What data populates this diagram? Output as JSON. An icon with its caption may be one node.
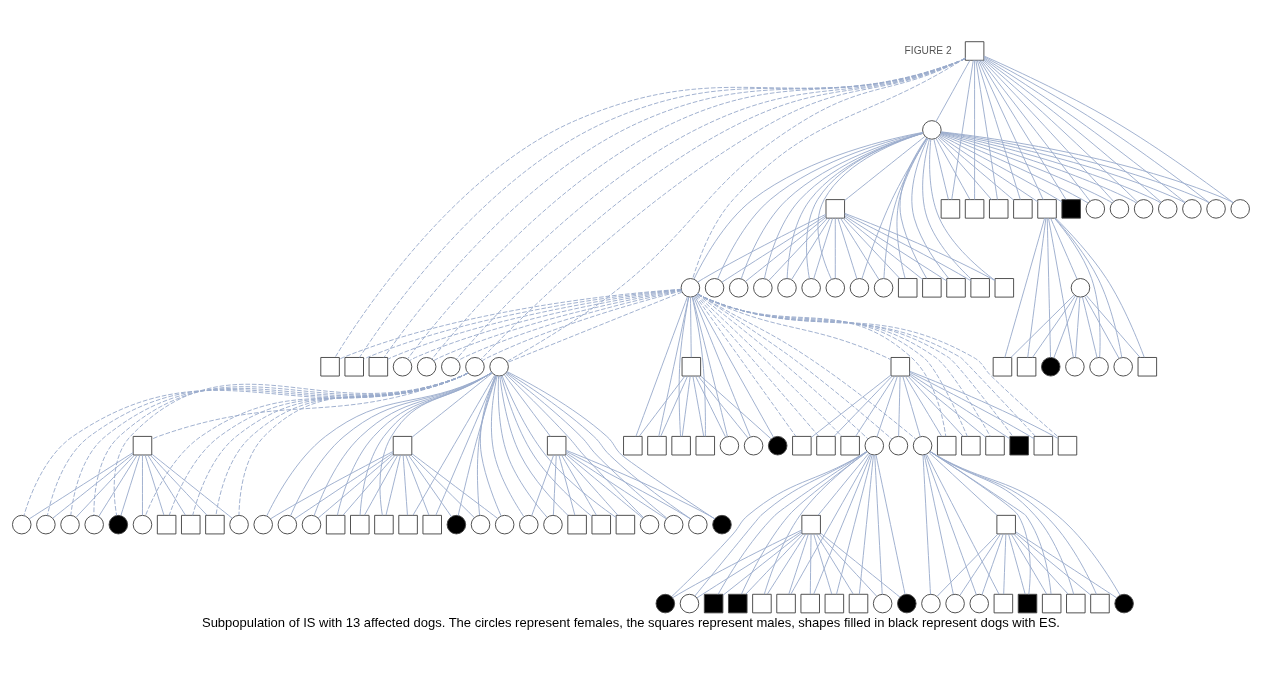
{
  "diagram": {
    "caption": "Subpopulation of IS with 13 affected dogs. The circles represent females, the squares represent males, shapes filled in black represent dogs with ES.",
    "labels": [
      "FIGURE 2"
    ],
    "nodes": [
      {
        "text": [],
        "shape": "box"
      },
      {
        "text": [],
        "shape": "circle"
      },
      {
        "text": [],
        "shape": "box"
      },
      {
        "text": [],
        "shape": "box"
      },
      {
        "text": [],
        "shape": "box"
      },
      {
        "text": [],
        "shape": "box"
      },
      {
        "text": [],
        "shape": "box"
      },
      {
        "text": [],
        "shape": "box"
      },
      {
        "text": [],
        "shape": "box"
      },
      {
        "text": [],
        "shape": "circle"
      },
      {
        "text": [],
        "shape": "circle"
      },
      {
        "text": [],
        "shape": "circle"
      },
      {
        "text": [],
        "shape": "circle"
      },
      {
        "text": [],
        "shape": "circle"
      },
      {
        "text": [],
        "shape": "circle"
      },
      {
        "text": [],
        "shape": "circle"
      },
      {
        "text": [],
        "shape": "box"
      },
      {
        "text": [],
        "shape": "box"
      },
      {
        "text": [],
        "shape": "box"
      },
      {
        "text": [],
        "shape": "box"
      },
      {
        "text": [],
        "shape": "box"
      },
      {
        "text": [],
        "shape": "circle"
      },
      {
        "text": [],
        "shape": "circle"
      },
      {
        "text": [],
        "shape": "circle"
      },
      {
        "text": [],
        "shape": "circle"
      },
      {
        "text": [],
        "shape": "circle"
      },
      {
        "text": [],
        "shape": "circle"
      },
      {
        "text": [],
        "shape": "circle"
      },
      {
        "text": [],
        "shape": "circle"
      },
      {
        "text": [],
        "shape": "circle"
      },
      {
        "text": [],
        "shape": "box"
      },
      {
        "text": [],
        "shape": "circle"
      },
      {
        "text": [],
        "shape": "box"
      },
      {
        "text": [],
        "shape": "box"
      },
      {
        "text": [],
        "shape": "box"
      },
      {
        "text": [],
        "shape": "circle"
      },
      {
        "text": [],
        "shape": "circle"
      },
      {
        "text": [],
        "shape": "circle"
      },
      {
        "text": [],
        "shape": "circle"
      },
      {
        "text": [],
        "shape": "box"
      },
      {
        "text": [],
        "shape": "box"
      },
      {
        "text": [],
        "shape": "box"
      },
      {
        "text": [],
        "shape": "box"
      },
      {
        "text": [],
        "shape": "circle"
      },
      {
        "text": [],
        "shape": "circle"
      },
      {
        "text": [],
        "shape": "circle"
      },
      {
        "text": [],
        "shape": "box"
      },
      {
        "text": [],
        "shape": "box"
      },
      {
        "text": [],
        "shape": "box"
      },
      {
        "text": [],
        "shape": "box"
      },
      {
        "text": [],
        "shape": "box"
      },
      {
        "text": [],
        "shape": "circle"
      },
      {
        "text": [],
        "shape": "circle"
      },
      {
        "text": [],
        "shape": "circle"
      },
      {
        "text": [],
        "shape": "circle"
      },
      {
        "text": [],
        "shape": "circle"
      },
      {
        "text": [],
        "shape": "box"
      },
      {
        "text": [],
        "shape": "box"
      },
      {
        "text": [],
        "shape": "box"
      },
      {
        "text": [],
        "shape": "box"
      },
      {
        "text": [],
        "shape": "box"
      },
      {
        "text": [],
        "shape": "box"
      },
      {
        "text": [],
        "shape": "box"
      },
      {
        "text": [],
        "shape": "box"
      },
      {
        "text": [],
        "shape": "box"
      },
      {
        "text": [],
        "shape": "circle"
      },
      {
        "text": [],
        "shape": "circle"
      },
      {
        "text": [],
        "shape": "circle"
      },
      {
        "text": [],
        "shape": "box"
      },
      {
        "text": [],
        "shape": "box"
      },
      {
        "text": [],
        "shape": "box"
      },
      {
        "text": [],
        "shape": "box"
      },
      {
        "text": [],
        "shape": "box"
      },
      {
        "text": [],
        "shape": "box"
      },
      {
        "text": [],
        "shape": "box"
      },
      {
        "text": [],
        "shape": "circle"
      },
      {
        "text": [],
        "shape": "circle"
      },
      {
        "text": [],
        "shape": "circle"
      },
      {
        "text": [],
        "shape": "circle"
      },
      {
        "text": [],
        "shape": "circle"
      },
      {
        "text": [],
        "shape": "circle"
      },
      {
        "text": [],
        "shape": "circle"
      },
      {
        "text": [],
        "shape": "box"
      },
      {
        "text": [],
        "shape": "box"
      },
      {
        "text": [],
        "shape": "box"
      },
      {
        "text": [],
        "shape": "box"
      },
      {
        "text": [],
        "shape": "box"
      },
      {
        "text": [],
        "shape": "circle"
      },
      {
        "text": [],
        "shape": "circle"
      },
      {
        "text": [],
        "shape": "circle"
      },
      {
        "text": [],
        "shape": "circle"
      },
      {
        "text": [],
        "shape": "box"
      },
      {
        "text": [],
        "shape": "box"
      },
      {
        "text": [],
        "shape": "box"
      },
      {
        "text": [],
        "shape": "circle"
      },
      {
        "text": [],
        "shape": "circle"
      },
      {
        "text": [],
        "shape": "circle"
      },
      {
        "text": [],
        "shape": "circle"
      },
      {
        "text": [],
        "shape": "circle"
      },
      {
        "text": [],
        "shape": "circle"
      },
      {
        "text": [],
        "shape": "circle"
      },
      {
        "text": [],
        "shape": "circle"
      },
      {
        "text": [],
        "shape": "circle"
      },
      {
        "text": [],
        "shape": "box"
      },
      {
        "text": [],
        "shape": "box"
      },
      {
        "text": [],
        "shape": "box"
      },
      {
        "text": [],
        "shape": "box"
      },
      {
        "text": [],
        "shape": "box"
      },
      {
        "text": [],
        "shape": "box"
      },
      {
        "text": [],
        "shape": "box"
      },
      {
        "text": [],
        "shape": "circle"
      },
      {
        "text": [],
        "shape": "box"
      },
      {
        "text": [],
        "shape": "box"
      },
      {
        "text": [],
        "shape": "box"
      },
      {
        "text": [],
        "shape": "box"
      },
      {
        "text": [],
        "shape": "box"
      },
      {
        "text": [],
        "shape": "circle"
      },
      {
        "text": [],
        "shape": "circle"
      },
      {
        "text": [],
        "shape": "circle"
      },
      {
        "text": [],
        "shape": "circle"
      },
      {
        "text": [],
        "shape": "circle"
      },
      {
        "text": [],
        "shape": "circle"
      }
    ],
    "edges": [
      {
        "from": 0,
        "to": 1,
        "arrow": "none"
      },
      {
        "from": 0,
        "to": 3,
        "arrow": "none"
      },
      {
        "from": 1,
        "to": 3,
        "arrow": "none"
      },
      {
        "from": 0,
        "to": 4,
        "arrow": "none"
      },
      {
        "from": 1,
        "to": 4,
        "arrow": "none"
      },
      {
        "from": 0,
        "to": 5,
        "arrow": "none"
      },
      {
        "from": 1,
        "to": 5,
        "arrow": "none"
      },
      {
        "from": 0,
        "to": 6,
        "arrow": "none"
      },
      {
        "from": 1,
        "to": 6,
        "arrow": "none"
      },
      {
        "from": 0,
        "to": 7,
        "arrow": "none"
      },
      {
        "from": 1,
        "to": 7,
        "arrow": "none"
      },
      {
        "from": 0,
        "to": 8,
        "arrow": "none"
      },
      {
        "from": 1,
        "to": 8,
        "arrow": "none"
      },
      {
        "from": 0,
        "to": 9,
        "arrow": "none"
      },
      {
        "from": 1,
        "to": 9,
        "arrow": "none"
      },
      {
        "from": 0,
        "to": 10,
        "arrow": "none"
      },
      {
        "from": 1,
        "to": 10,
        "arrow": "none"
      },
      {
        "from": 0,
        "to": 11,
        "arrow": "none"
      },
      {
        "from": 1,
        "to": 11,
        "arrow": "none"
      },
      {
        "from": 0,
        "to": 12,
        "arrow": "none"
      },
      {
        "from": 1,
        "to": 12,
        "arrow": "none"
      },
      {
        "from": 0,
        "to": 13,
        "arrow": "none"
      },
      {
        "from": 1,
        "to": 13,
        "arrow": "none"
      },
      {
        "from": 0,
        "to": 14,
        "arrow": "none"
      },
      {
        "from": 1,
        "to": 14,
        "arrow": "none"
      },
      {
        "from": 0,
        "to": 15,
        "arrow": "none"
      },
      {
        "from": 1,
        "to": 15,
        "arrow": "none"
      },
      {
        "from": 1,
        "to": 2,
        "arrow": "none"
      },
      {
        "from": 1,
        "to": 16,
        "arrow": "none"
      },
      {
        "from": 2,
        "to": 16,
        "arrow": "none"
      },
      {
        "from": 1,
        "to": 17,
        "arrow": "none"
      },
      {
        "from": 2,
        "to": 17,
        "arrow": "none"
      },
      {
        "from": 1,
        "to": 18,
        "arrow": "none"
      },
      {
        "from": 2,
        "to": 18,
        "arrow": "none"
      },
      {
        "from": 1,
        "to": 19,
        "arrow": "none"
      },
      {
        "from": 2,
        "to": 19,
        "arrow": "none"
      },
      {
        "from": 1,
        "to": 20,
        "arrow": "none"
      },
      {
        "from": 2,
        "to": 20,
        "arrow": "none"
      },
      {
        "from": 1,
        "to": 21,
        "arrow": "none"
      },
      {
        "from": 2,
        "to": 21,
        "arrow": "none"
      },
      {
        "from": 1,
        "to": 22,
        "arrow": "none"
      },
      {
        "from": 2,
        "to": 22,
        "arrow": "none"
      },
      {
        "from": 1,
        "to": 23,
        "arrow": "none"
      },
      {
        "from": 2,
        "to": 23,
        "arrow": "none"
      },
      {
        "from": 1,
        "to": 24,
        "arrow": "none"
      },
      {
        "from": 2,
        "to": 24,
        "arrow": "none"
      },
      {
        "from": 1,
        "to": 25,
        "arrow": "none"
      },
      {
        "from": 2,
        "to": 25,
        "arrow": "none"
      },
      {
        "from": 1,
        "to": 26,
        "arrow": "none"
      },
      {
        "from": 2,
        "to": 26,
        "arrow": "none"
      },
      {
        "from": 1,
        "to": 27,
        "arrow": "none"
      },
      {
        "from": 2,
        "to": 27,
        "arrow": "none"
      },
      {
        "from": 1,
        "to": 28,
        "arrow": "none"
      },
      {
        "from": 2,
        "to": 28,
        "arrow": "none"
      },
      {
        "from": 1,
        "to": 29,
        "arrow": "none"
      },
      {
        "from": 2,
        "to": 29,
        "arrow": "none"
      },
      {
        "from": 7,
        "to": 31,
        "arrow": "none"
      },
      {
        "from": 7,
        "to": 32,
        "arrow": "none"
      },
      {
        "from": 31,
        "to": 32,
        "arrow": "none"
      },
      {
        "from": 7,
        "to": 33,
        "arrow": "none"
      },
      {
        "from": 31,
        "to": 33,
        "arrow": "none"
      },
      {
        "from": 7,
        "to": 34,
        "arrow": "none"
      },
      {
        "from": 31,
        "to": 34,
        "arrow": "none"
      },
      {
        "from": 7,
        "to": 35,
        "arrow": "none"
      },
      {
        "from": 31,
        "to": 35,
        "arrow": "none"
      },
      {
        "from": 7,
        "to": 36,
        "arrow": "none"
      },
      {
        "from": 31,
        "to": 36,
        "arrow": "none"
      },
      {
        "from": 7,
        "to": 37,
        "arrow": "none"
      },
      {
        "from": 31,
        "to": 37,
        "arrow": "none"
      },
      {
        "from": 7,
        "to": 38,
        "arrow": "none"
      },
      {
        "from": 31,
        "to": 38,
        "arrow": "none"
      },
      {
        "from": 21,
        "to": 30,
        "arrow": "none"
      },
      {
        "from": 21,
        "to": 39,
        "arrow": "none"
      },
      {
        "from": 30,
        "to": 39,
        "arrow": "none"
      },
      {
        "from": 21,
        "to": 40,
        "arrow": "none"
      },
      {
        "from": 30,
        "to": 40,
        "arrow": "none"
      },
      {
        "from": 21,
        "to": 41,
        "arrow": "none"
      },
      {
        "from": 30,
        "to": 41,
        "arrow": "none"
      },
      {
        "from": 21,
        "to": 42,
        "arrow": "none"
      },
      {
        "from": 30,
        "to": 42,
        "arrow": "none"
      },
      {
        "from": 21,
        "to": 43,
        "arrow": "none"
      },
      {
        "from": 30,
        "to": 43,
        "arrow": "none"
      },
      {
        "from": 21,
        "to": 44,
        "arrow": "none"
      },
      {
        "from": 30,
        "to": 44,
        "arrow": "none"
      },
      {
        "from": 21,
        "to": 45,
        "arrow": "none"
      },
      {
        "from": 30,
        "to": 45,
        "arrow": "none"
      },
      {
        "from": 0,
        "to": 21,
        "arrow": "none",
        "style": "dashed"
      },
      {
        "from": 0,
        "to": 48,
        "arrow": "none",
        "style": "dashed"
      },
      {
        "from": 21,
        "to": 48,
        "arrow": "none",
        "style": "dashed"
      },
      {
        "from": 0,
        "to": 49,
        "arrow": "none",
        "style": "dashed"
      },
      {
        "from": 21,
        "to": 49,
        "arrow": "none",
        "style": "dashed"
      },
      {
        "from": 0,
        "to": 50,
        "arrow": "none",
        "style": "dashed"
      },
      {
        "from": 21,
        "to": 50,
        "arrow": "none",
        "style": "dashed"
      },
      {
        "from": 0,
        "to": 51,
        "arrow": "none",
        "style": "dashed"
      },
      {
        "from": 21,
        "to": 51,
        "arrow": "none",
        "style": "dashed"
      },
      {
        "from": 0,
        "to": 52,
        "arrow": "none",
        "style": "dashed"
      },
      {
        "from": 21,
        "to": 52,
        "arrow": "none",
        "style": "dashed"
      },
      {
        "from": 0,
        "to": 53,
        "arrow": "none",
        "style": "dashed"
      },
      {
        "from": 21,
        "to": 53,
        "arrow": "none",
        "style": "dashed"
      },
      {
        "from": 0,
        "to": 54,
        "arrow": "none",
        "style": "dashed"
      },
      {
        "from": 21,
        "to": 54,
        "arrow": "none",
        "style": "dashed"
      },
      {
        "from": 0,
        "to": 55,
        "arrow": "none",
        "style": "dashed"
      },
      {
        "from": 21,
        "to": 55,
        "arrow": "none",
        "style": "dashed"
      },
      {
        "from": 21,
        "to": 47,
        "arrow": "none",
        "style": "dashed"
      },
      {
        "from": 21,
        "to": 56,
        "arrow": "none",
        "style": "dashed"
      },
      {
        "from": 47,
        "to": 56,
        "arrow": "none"
      },
      {
        "from": 21,
        "to": 57,
        "arrow": "none",
        "style": "dashed"
      },
      {
        "from": 47,
        "to": 57,
        "arrow": "none"
      },
      {
        "from": 21,
        "to": 58,
        "arrow": "none",
        "style": "dashed"
      },
      {
        "from": 47,
        "to": 58,
        "arrow": "none"
      },
      {
        "from": 21,
        "to": 59,
        "arrow": "none",
        "style": "dashed"
      },
      {
        "from": 47,
        "to": 59,
        "arrow": "none"
      },
      {
        "from": 21,
        "to": 60,
        "arrow": "none",
        "style": "dashed"
      },
      {
        "from": 47,
        "to": 60,
        "arrow": "none"
      },
      {
        "from": 21,
        "to": 61,
        "arrow": "none",
        "style": "dashed"
      },
      {
        "from": 47,
        "to": 61,
        "arrow": "none"
      },
      {
        "from": 21,
        "to": 62,
        "arrow": "none",
        "style": "dashed"
      },
      {
        "from": 47,
        "to": 62,
        "arrow": "none"
      },
      {
        "from": 21,
        "to": 63,
        "arrow": "none",
        "style": "dashed"
      },
      {
        "from": 47,
        "to": 63,
        "arrow": "none"
      },
      {
        "from": 21,
        "to": 64,
        "arrow": "none",
        "style": "dashed"
      },
      {
        "from": 47,
        "to": 64,
        "arrow": "none"
      },
      {
        "from": 21,
        "to": 65,
        "arrow": "none",
        "style": "dashed"
      },
      {
        "from": 47,
        "to": 65,
        "arrow": "none"
      },
      {
        "from": 21,
        "to": 66,
        "arrow": "none",
        "style": "dashed"
      },
      {
        "from": 47,
        "to": 66,
        "arrow": "none"
      },
      {
        "from": 21,
        "to": 67,
        "arrow": "none",
        "style": "dashed"
      },
      {
        "from": 47,
        "to": 67,
        "arrow": "none"
      },
      {
        "from": 54,
        "to": 69,
        "arrow": "none",
        "style": "dashed"
      },
      {
        "from": 54,
        "to": 72,
        "arrow": "none",
        "style": "dashed"
      },
      {
        "from": 69,
        "to": 72,
        "arrow": "none"
      },
      {
        "from": 54,
        "to": 73,
        "arrow": "none",
        "style": "dashed"
      },
      {
        "from": 69,
        "to": 73,
        "arrow": "none"
      },
      {
        "from": 54,
        "to": 74,
        "arrow": "none",
        "style": "dashed"
      },
      {
        "from": 69,
        "to": 74,
        "arrow": "none"
      },
      {
        "from": 54,
        "to": 75,
        "arrow": "none",
        "style": "dashed"
      },
      {
        "from": 69,
        "to": 75,
        "arrow": "none"
      },
      {
        "from": 54,
        "to": 76,
        "arrow": "none",
        "style": "dashed"
      },
      {
        "from": 69,
        "to": 76,
        "arrow": "none"
      },
      {
        "from": 54,
        "to": 77,
        "arrow": "none",
        "style": "dashed"
      },
      {
        "from": 69,
        "to": 77,
        "arrow": "none"
      },
      {
        "from": 54,
        "to": 78,
        "arrow": "none",
        "style": "dashed"
      },
      {
        "from": 69,
        "to": 78,
        "arrow": "none"
      },
      {
        "from": 54,
        "to": 79,
        "arrow": "none",
        "style": "dashed"
      },
      {
        "from": 69,
        "to": 79,
        "arrow": "none"
      },
      {
        "from": 54,
        "to": 80,
        "arrow": "none",
        "style": "dashed"
      },
      {
        "from": 69,
        "to": 80,
        "arrow": "none"
      },
      {
        "from": 54,
        "to": 81,
        "arrow": "none",
        "style": "dashed"
      },
      {
        "from": 69,
        "to": 81,
        "arrow": "none"
      },
      {
        "from": 67,
        "to": 46,
        "arrow": "none"
      },
      {
        "from": 67,
        "to": 82,
        "arrow": "none"
      },
      {
        "from": 46,
        "to": 82,
        "arrow": "none"
      },
      {
        "from": 67,
        "to": 83,
        "arrow": "none"
      },
      {
        "from": 46,
        "to": 83,
        "arrow": "none"
      },
      {
        "from": 67,
        "to": 84,
        "arrow": "none"
      },
      {
        "from": 46,
        "to": 84,
        "arrow": "none"
      },
      {
        "from": 67,
        "to": 85,
        "arrow": "none"
      },
      {
        "from": 46,
        "to": 85,
        "arrow": "none"
      },
      {
        "from": 67,
        "to": 86,
        "arrow": "none"
      },
      {
        "from": 46,
        "to": 86,
        "arrow": "none"
      },
      {
        "from": 67,
        "to": 87,
        "arrow": "none"
      },
      {
        "from": 46,
        "to": 87,
        "arrow": "none"
      },
      {
        "from": 67,
        "to": 88,
        "arrow": "none"
      },
      {
        "from": 46,
        "to": 88,
        "arrow": "none"
      },
      {
        "from": 67,
        "to": 89,
        "arrow": "none"
      },
      {
        "from": 46,
        "to": 89,
        "arrow": "none"
      },
      {
        "from": 67,
        "to": 90,
        "arrow": "none"
      },
      {
        "from": 46,
        "to": 90,
        "arrow": "none"
      },
      {
        "from": 55,
        "to": 70,
        "arrow": "none"
      },
      {
        "from": 55,
        "to": 91,
        "arrow": "none"
      },
      {
        "from": 70,
        "to": 91,
        "arrow": "none"
      },
      {
        "from": 55,
        "to": 92,
        "arrow": "none"
      },
      {
        "from": 70,
        "to": 92,
        "arrow": "none"
      },
      {
        "from": 55,
        "to": 93,
        "arrow": "none"
      },
      {
        "from": 70,
        "to": 93,
        "arrow": "none"
      },
      {
        "from": 55,
        "to": 94,
        "arrow": "none"
      },
      {
        "from": 70,
        "to": 94,
        "arrow": "none"
      },
      {
        "from": 55,
        "to": 95,
        "arrow": "none"
      },
      {
        "from": 70,
        "to": 95,
        "arrow": "none"
      },
      {
        "from": 55,
        "to": 96,
        "arrow": "none"
      },
      {
        "from": 70,
        "to": 96,
        "arrow": "none"
      },
      {
        "from": 55,
        "to": 97,
        "arrow": "none"
      },
      {
        "from": 70,
        "to": 97,
        "arrow": "none"
      },
      {
        "from": 55,
        "to": 98,
        "arrow": "none"
      },
      {
        "from": 70,
        "to": 98,
        "arrow": "none"
      },
      {
        "from": 55,
        "to": 99,
        "arrow": "none"
      },
      {
        "from": 70,
        "to": 99,
        "arrow": "none"
      },
      {
        "from": 65,
        "to": 68,
        "arrow": "none"
      },
      {
        "from": 65,
        "to": 100,
        "arrow": "none"
      },
      {
        "from": 68,
        "to": 100,
        "arrow": "none"
      },
      {
        "from": 65,
        "to": 101,
        "arrow": "none"
      },
      {
        "from": 68,
        "to": 101,
        "arrow": "none"
      },
      {
        "from": 65,
        "to": 102,
        "arrow": "none"
      },
      {
        "from": 68,
        "to": 102,
        "arrow": "none"
      },
      {
        "from": 65,
        "to": 103,
        "arrow": "none"
      },
      {
        "from": 68,
        "to": 103,
        "arrow": "none"
      },
      {
        "from": 65,
        "to": 104,
        "arrow": "none"
      },
      {
        "from": 68,
        "to": 104,
        "arrow": "none"
      },
      {
        "from": 65,
        "to": 105,
        "arrow": "none"
      },
      {
        "from": 68,
        "to": 105,
        "arrow": "none"
      },
      {
        "from": 65,
        "to": 106,
        "arrow": "none"
      },
      {
        "from": 68,
        "to": 106,
        "arrow": "none"
      },
      {
        "from": 65,
        "to": 107,
        "arrow": "none"
      },
      {
        "from": 68,
        "to": 107,
        "arrow": "none"
      },
      {
        "from": 65,
        "to": 108,
        "arrow": "none"
      },
      {
        "from": 68,
        "to": 108,
        "arrow": "none"
      },
      {
        "from": 65,
        "to": 109,
        "arrow": "none"
      },
      {
        "from": 68,
        "to": 109,
        "arrow": "none"
      },
      {
        "from": 65,
        "to": 110,
        "arrow": "none"
      },
      {
        "from": 68,
        "to": 110,
        "arrow": "none"
      },
      {
        "from": 55,
        "to": 71,
        "arrow": "none"
      },
      {
        "from": 55,
        "to": 111,
        "arrow": "none"
      },
      {
        "from": 71,
        "to": 111,
        "arrow": "none"
      },
      {
        "from": 55,
        "to": 112,
        "arrow": "none"
      },
      {
        "from": 71,
        "to": 112,
        "arrow": "none"
      },
      {
        "from": 55,
        "to": 113,
        "arrow": "none"
      },
      {
        "from": 71,
        "to": 113,
        "arrow": "none"
      },
      {
        "from": 55,
        "to": 114,
        "arrow": "none"
      },
      {
        "from": 71,
        "to": 114,
        "arrow": "none"
      },
      {
        "from": 55,
        "to": 115,
        "arrow": "none"
      },
      {
        "from": 71,
        "to": 115,
        "arrow": "none"
      },
      {
        "from": 55,
        "to": 116,
        "arrow": "none"
      },
      {
        "from": 71,
        "to": 116,
        "arrow": "none"
      },
      {
        "from": 55,
        "to": 117,
        "arrow": "none"
      },
      {
        "from": 71,
        "to": 117,
        "arrow": "none"
      },
      {
        "from": 55,
        "to": 118,
        "arrow": "none"
      },
      {
        "from": 71,
        "to": 118,
        "arrow": "none"
      },
      {
        "from": 55,
        "to": 119,
        "arrow": "none"
      },
      {
        "from": 71,
        "to": 119,
        "arrow": "none"
      },
      {
        "from": 55,
        "to": 120,
        "arrow": "none"
      },
      {
        "from": 71,
        "to": 120,
        "arrow": "none"
      },
      {
        "from": 55,
        "to": 121,
        "arrow": "none"
      },
      {
        "from": 71,
        "to": 121,
        "arrow": "none"
      }
    ]
  }
}
